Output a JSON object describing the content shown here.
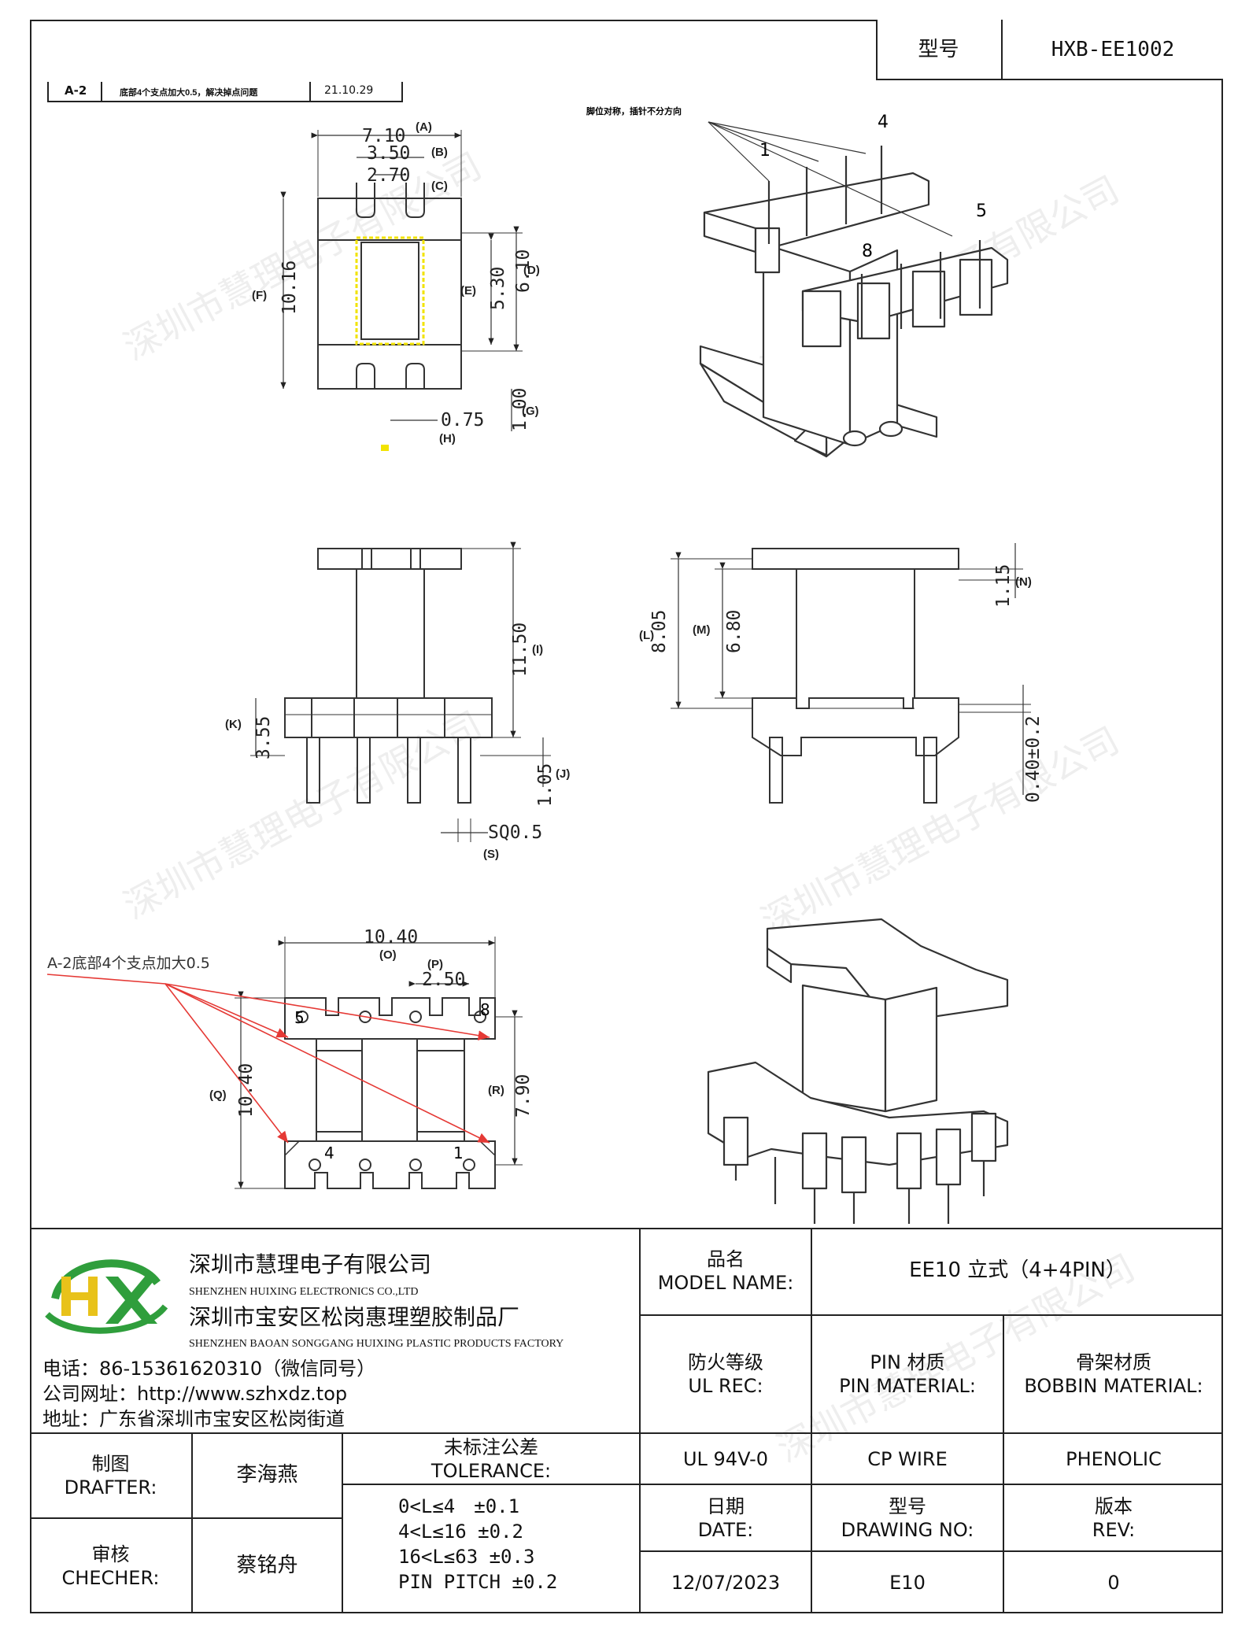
{
  "header": {
    "type_label": "型号",
    "type_value": "HXB-EE1002"
  },
  "revision_note": {
    "rev": "A-2",
    "text": "底部4个支点加大0.5，解决掉点问题",
    "date": "21.10.29"
  },
  "drawing_notes": {
    "pin_note": "脚位对称，插针不分方向",
    "base_note": "A-2底部4个支点加大0.5",
    "pin_numbers": [
      "1",
      "4",
      "5",
      "8"
    ]
  },
  "dimensions": {
    "A": "7.10",
    "B": "3.50",
    "C": "2.70",
    "D": "6.10",
    "E": "5.30",
    "F": "10.16",
    "G": "1.00",
    "H": "0.75",
    "I": "11.50",
    "J": "1.05",
    "K": "3.55",
    "L": "8.05",
    "M": "6.80",
    "N": "1.15",
    "O": "10.40",
    "P": "2.50",
    "Q": "10.40",
    "R": "7.90",
    "S": "SQ0.5",
    "pin_offset": "0.40±0.2"
  },
  "dimension_letters": {
    "A": "(A)",
    "B": "(B)",
    "C": "(C)",
    "D": "(D)",
    "E": "(E)",
    "F": "(F)",
    "G": "(G)",
    "H": "(H)",
    "I": "(I)",
    "J": "(J)",
    "K": "(K)",
    "L": "(L)",
    "M": "(M)",
    "N": "(N)",
    "O": "(O)",
    "P": "(P)",
    "Q": "(Q)",
    "R": "(R)",
    "S": "(S)"
  },
  "company": {
    "logo_text": "HX",
    "name_cn": "深圳市慧理电子有限公司",
    "name_en": "SHENZHEN HUIXING ELECTRONICS CO.,LTD",
    "factory_cn": "深圳市宝安区松岗惠理塑胶制品厂",
    "factory_en": "SHENZHEN BAOAN SONGGANG HUIXING PLASTIC PRODUCTS FACTORY",
    "phone": "电话：86-15361620310（微信同号）",
    "website": "公司网址：http://www.szhxdz.top",
    "address": "地址：广东省深圳市宝安区松岗街道"
  },
  "title_block": {
    "model_name_cn": "品名",
    "model_name_en": "MODEL NAME:",
    "model_name_value": "EE10 立式（4+4PIN）",
    "ul_cn": "防火等级",
    "ul_en": "UL REC:",
    "ul_value": "UL 94V-0",
    "pin_cn": "PIN 材质",
    "pin_en": "PIN MATERIAL:",
    "pin_value": "CP WIRE",
    "bobbin_cn": "骨架材质",
    "bobbin_en": "BOBBIN MATERIAL:",
    "bobbin_value": "PHENOLIC",
    "drafter_cn": "制图",
    "drafter_en": "DRAFTER:",
    "drafter_value": "李海燕",
    "checker_cn": "审核",
    "checker_en": "CHECHER:",
    "checker_value": "蔡铭舟",
    "tolerance_cn": "未标注公差",
    "tolerance_en": "TOLERANCE:",
    "tolerances": [
      "0<L≤4　±0.1",
      "4<L≤16 ±0.2",
      "16<L≤63 ±0.3",
      "PIN PITCH ±0.2"
    ],
    "date_cn": "日期",
    "date_en": "DATE:",
    "date_value": "12/07/2023",
    "drawing_no_cn": "型号",
    "drawing_no_en": "DRAWING NO:",
    "drawing_no_value": "E10",
    "rev_cn": "版本",
    "rev_en": "REV:",
    "rev_value": "0"
  },
  "watermark": "深圳市慧理电子有限公司",
  "colors": {
    "logo_green": "#2f9e3c",
    "logo_yellow": "#e8c21a",
    "annotation_red": "#e53935",
    "highlight": "#f2e300"
  }
}
